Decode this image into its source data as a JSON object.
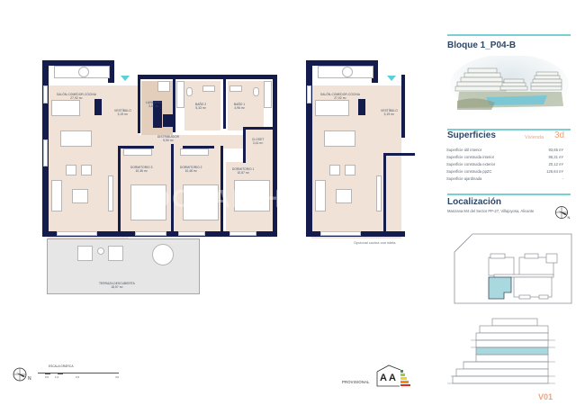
{
  "header": {
    "block_title": "Bloque 1_P04-B"
  },
  "hero_image": {
    "icon": "building-render-image",
    "description": "Watercolor rendering of stepped residential buildings with pool"
  },
  "superficies": {
    "title": "Superficies",
    "vivienda_label": "Vivienda",
    "vivienda_type": "3d",
    "rows": [
      {
        "label": "Superficie útil interior",
        "value": "93,65 m²"
      },
      {
        "label": "Superficie construida interior",
        "value": "96,31 m²"
      },
      {
        "label": "Superficie construida exterior",
        "value": "20,12 m²"
      },
      {
        "label": "Superficie construida ppZC",
        "value": "126,64 m²"
      },
      {
        "label": "Superficie ajardinada",
        "value": "-"
      }
    ]
  },
  "localizacion": {
    "title": "Localización",
    "address": "Manzana M4 del Sector PP-27, Villajoyosa, Alicante",
    "compass_icon": "north-compass-icon"
  },
  "elevation": {
    "code": "V01"
  },
  "plan": {
    "rooms": [
      {
        "name": "SALÓN-COMEDOR-COCINA",
        "area": "27,92 m²"
      },
      {
        "name": "VESTÍBULO",
        "area": "3,19 m²"
      },
      {
        "name": "LAVADERO",
        "area": "3,57 m²"
      },
      {
        "name": "BAÑO 2",
        "area": "5,33 m²"
      },
      {
        "name": "BAÑO 1",
        "area": "4,96 m²"
      },
      {
        "name": "DISTRIBUIDOR",
        "area": "5,50 m²"
      },
      {
        "name": "CLOSET",
        "area": "3,41 m²"
      },
      {
        "name": "DORMITORIO 3",
        "area": "10,36 m²"
      },
      {
        "name": "DORMITORIO 2",
        "area": "10,48 m²"
      },
      {
        "name": "DORMITORIO 1",
        "area": "10,87 m²"
      },
      {
        "name": "TERRAZA DESCUBIERTA",
        "area": "18,57 m²"
      }
    ],
    "alt_rooms": [
      {
        "name": "SALÓN-COMEDOR-COCINA",
        "area": "27,92 m²"
      },
      {
        "name": "VESTÍBULO",
        "area": "3,19 m²"
      }
    ],
    "alt_caption": "Opcional cocina con isleta",
    "watermark": "DOCRAM HOME"
  },
  "scale": {
    "title": "ESCALA GRÁFICA",
    "ticks": [
      "0,0",
      "1,0",
      "2,0",
      "4,0"
    ]
  },
  "energy": {
    "label": "PROVISIONAL",
    "rating": [
      "A",
      "A"
    ]
  }
}
